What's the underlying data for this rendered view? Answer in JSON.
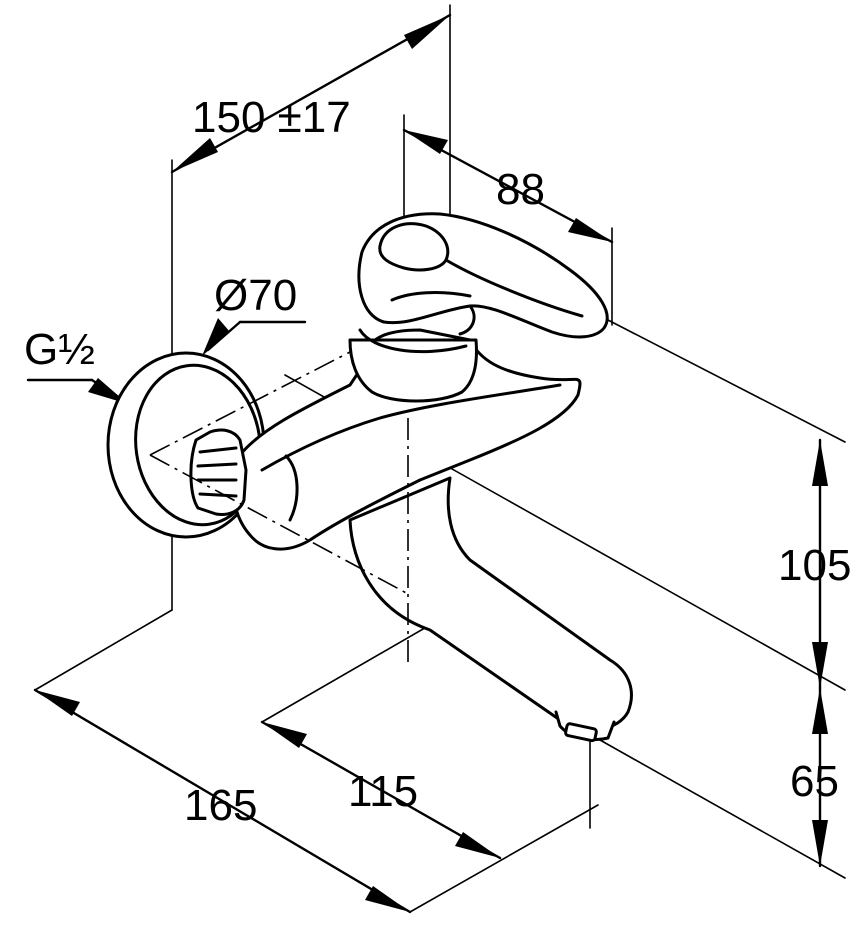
{
  "dimensions": {
    "projection": "150 ±17",
    "handle_depth": "88",
    "rosette_diameter": "Ø70",
    "thread": "G½",
    "spout_height_upper": "105",
    "spout_height_lower": "65",
    "wall_to_spout": "165",
    "spout_reach": "115"
  }
}
